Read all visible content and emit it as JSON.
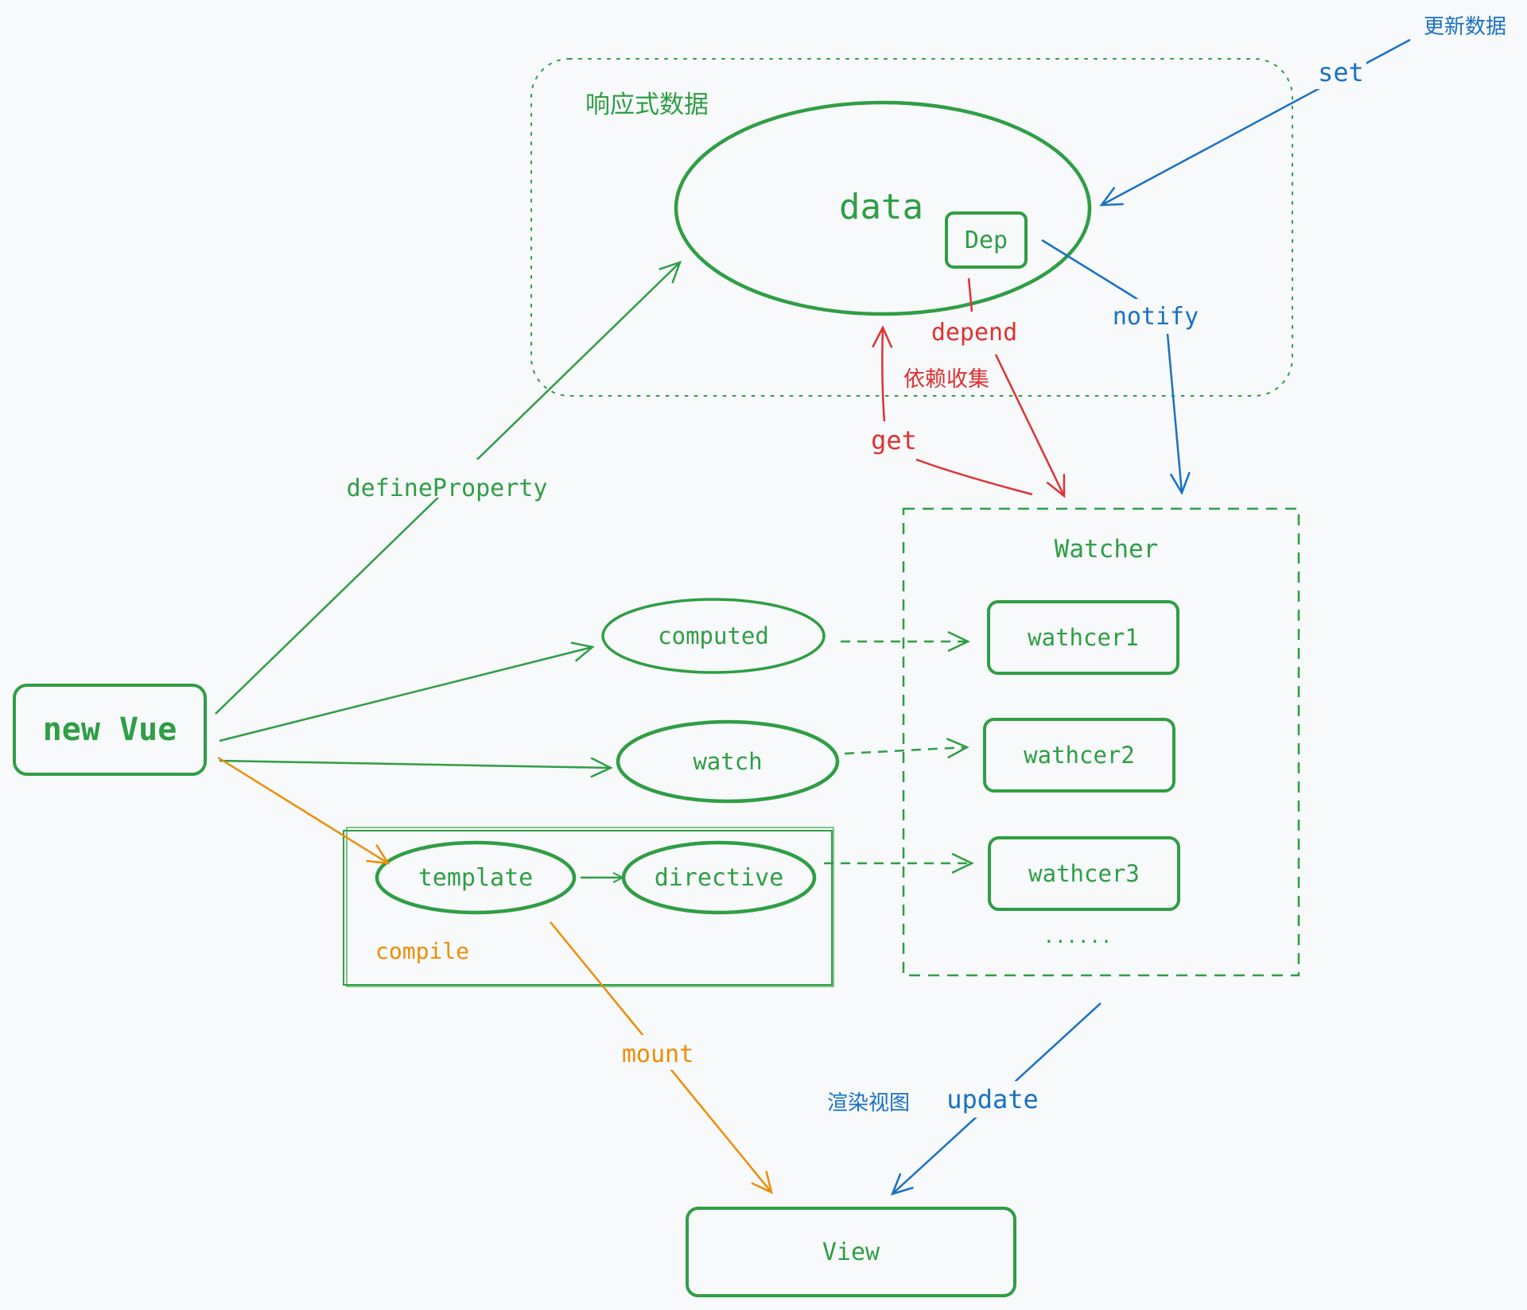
{
  "colors": {
    "green": "#2f9e44",
    "red": "#e03131",
    "blue": "#1971c2",
    "orange": "#f08c00",
    "background": "#f7f9fb"
  },
  "regions": {
    "reactive_label": "响应式数据",
    "compile_label": "compile",
    "watcher_label": "Watcher"
  },
  "nodes": {
    "data": "data",
    "dep": "Dep",
    "new_vue": "new Vue",
    "computed": "computed",
    "watch": "watch",
    "template": "template",
    "directive": "directive",
    "watcher1": "wathcer1",
    "watcher2": "wathcer2",
    "watcher3": "wathcer3",
    "watcher_more": "......",
    "view": "View"
  },
  "edges": {
    "define_property": "defineProperty",
    "set": "set",
    "update_data": "更新数据",
    "notify": "notify",
    "depend": "depend",
    "collect": "依赖收集",
    "get": "get",
    "mount": "mount",
    "update": "update",
    "render_view": "渲染视图"
  }
}
